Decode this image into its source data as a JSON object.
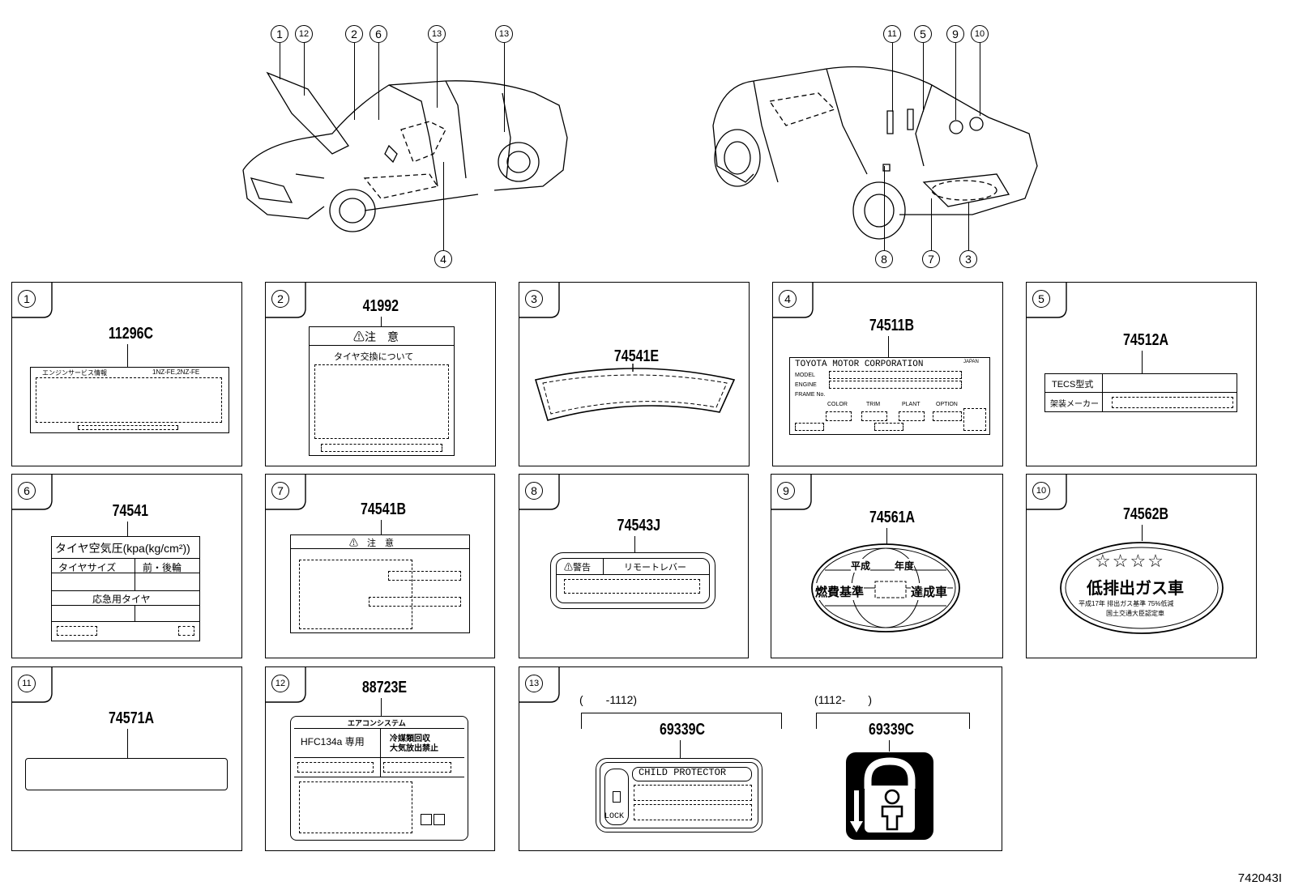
{
  "figure_id": "742043I",
  "callouts_front": [
    "1",
    "12",
    "2",
    "6",
    "13",
    "13",
    "4"
  ],
  "callouts_rear": [
    "11",
    "5",
    "9",
    "10",
    "8",
    "7",
    "3"
  ],
  "panels": [
    {
      "num": "1",
      "part": "11296C",
      "texts": [
        "エンジンサービス情報",
        "1NZ-FE,2NZ-FE"
      ]
    },
    {
      "num": "2",
      "part": "41992",
      "texts": [
        "⚠注　意",
        "タイヤ交換について"
      ]
    },
    {
      "num": "3",
      "part": "74541E",
      "texts": []
    },
    {
      "num": "4",
      "part": "74511B",
      "texts": [
        "TOYOTA MOTOR CORPORATION",
        "JAPAN",
        "MODEL",
        "ENGINE",
        "FRAME No.",
        "COLOR",
        "TRIM",
        "PLANT",
        "OPTION"
      ]
    },
    {
      "num": "5",
      "part": "74512A",
      "texts": [
        "TECS型式",
        "架装メーカー"
      ]
    },
    {
      "num": "6",
      "part": "74541",
      "texts": [
        "タイヤ空気圧(kpa(kg/cm²))",
        "タイヤサイズ",
        "前・後輪",
        "応急用タイヤ"
      ]
    },
    {
      "num": "7",
      "part": "74541B",
      "texts": [
        "⚠　注　意"
      ]
    },
    {
      "num": "8",
      "part": "74543J",
      "texts": [
        "⚠警告",
        "リモートレバー"
      ]
    },
    {
      "num": "9",
      "part": "74561A",
      "texts": [
        "平成",
        "年度",
        "燃費基準",
        "達成車"
      ]
    },
    {
      "num": "10",
      "part": "74562B",
      "texts": [
        "☆☆☆☆",
        "低排出ガス車",
        "平成17年 排出ガス基準 75%低減",
        "国土交通大臣認定車"
      ]
    },
    {
      "num": "11",
      "part": "74571A",
      "texts": []
    },
    {
      "num": "12",
      "part": "88723E",
      "texts": [
        "エアコンシステム",
        "HFC134a 専用",
        "冷媒類回収",
        "大気放出禁止"
      ]
    },
    {
      "num": "13",
      "part": "69339C",
      "texts": [
        "(　　-1112)",
        "(1112-　　)",
        "69339C",
        "CHILD PROTECTOR",
        "LOCK"
      ]
    }
  ]
}
